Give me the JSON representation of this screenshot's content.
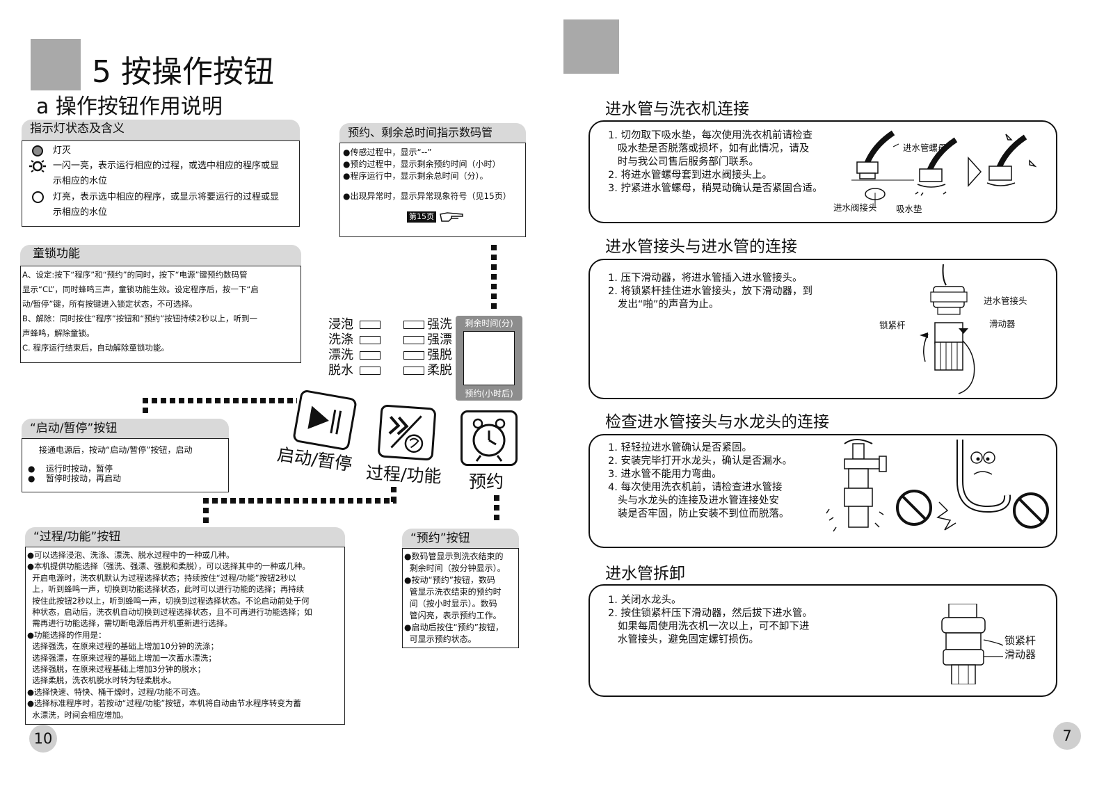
{
  "left_page": {
    "main_title": "5 按操作按钮",
    "sub_title": "a 操作按钮作用说明",
    "indicator": {
      "heading": "指示灯状态及含义",
      "off": "灯灭",
      "flash_line1": "一闪一亮，表示运行相应的过程，或选中相应的程序或显",
      "flash_line2": "示相应的水位",
      "on_line1": "灯亮，表示选中相应的程序，或显示将要运行的过程或显",
      "on_line2": "示相应的水位"
    },
    "display": {
      "heading": "预约、剩余总时间指示数码管",
      "line1": "●传感过程中，显示“--”",
      "line2": "●预约过程中，显示剩余预约时间（小时）",
      "line3": "●程序运行中，显示剩余总时间（分）。",
      "line4": "●出现异常时，显示异常现象符号（见15页）",
      "page_ref": "第15页"
    },
    "child_lock": {
      "heading": "童锁功能",
      "lines": [
        "A、设定:按下“程序”和“预约”的同时，按下“电源”键预约数码管",
        "显示“CL”，同时蜂鸣三声，童锁功能生效。设定程序后，按一下“启",
        "动/暂停”键，所有按键进入锁定状态，不可选择。",
        "B、解除：同时按住“程序”按钮和“预约”按钮持续2秒以上，听到一",
        "声蜂鸣，解除童锁。",
        "C. 程序运行结束后，自动解除童锁功能。"
      ]
    },
    "panel": {
      "left_labels": [
        "浸泡",
        "洗涤",
        "漂洗",
        "脱水"
      ],
      "right_labels": [
        "强洗",
        "强漂",
        "强脱",
        "柔脱"
      ],
      "display_top": "剩余时间(分)",
      "display_bottom": "预约(小时后)",
      "btn_start": "启动/暂停",
      "btn_process": "过程/功能",
      "btn_reserve": "预约"
    },
    "start_pause": {
      "heading": "“启动/暂停”按钮",
      "line1": "接通电源后，按动“启动/暂停”按钮，启动",
      "line2": "运行时按动，暂停",
      "line3": "暂停时按动，再启动"
    },
    "process": {
      "heading": "“过程/功能”按钮",
      "lines": [
        "●可以选择浸泡、洗涤、漂洗、脱水过程中的一种或几种。",
        "●本机提供功能选择（强洗、强漂、强脱和柔脱），可以选择其中的一种或几种。",
        "  开启电源时，洗衣机默认为过程选择状态；持续按住“过程/功能”按钮2秒以",
        "  上，听到蜂鸣一声，切换到功能选择状态，此时可以进行功能的选择；再持续",
        "  按住此按钮2秒以上，听到蜂鸣一声，切换到过程选择状态。不论启动前处于何",
        "  种状态，启动后，洗衣机自动切换到过程选择状态，且不可再进行功能选择；如",
        "  需再进行功能选择，需切断电源后再开机重新进行选择。",
        "●功能选择的作用是：",
        "  选择强洗，在原来过程的基础上增加10分钟的洗涤；",
        "  选择强漂，在原来过程的基础上增加一次蓄水漂洗；",
        "  选择强脱，在原来过程基础上增加3分钟的脱水；",
        "  选择柔脱，洗衣机脱水时转为轻柔脱水。",
        "●选择快速、特快、桶干燥时，过程/功能不可选。",
        "●选择标准程序时，若按动“过程/功能”按钮，本机将自动由节水程序转变为蓄",
        "  水漂洗，时间会相应增加。"
      ]
    },
    "reserve": {
      "heading": "“预约”按钮",
      "lines": [
        "●数码管显示到洗衣结束的",
        "  剩余时间（按分钟显示）。",
        "●按动“预约”按钮，数码",
        "  管显示洗衣结束的预约时",
        "  间（按小时显示）。数码",
        "  管闪亮，表示预约工作。",
        "●启动后按住“预约”按钮，",
        "  可显示预约状态。"
      ]
    },
    "page_number": "10"
  },
  "right_page": {
    "sec1": {
      "title": "进水管与洗衣机连接",
      "steps": [
        "1. 切勿取下吸水垫，每次使用洗衣机前请检查",
        "   吸水垫是否脱落或损坏，如有此情况，请及",
        "   时与我公司售后服务部门联系。",
        "2. 将进水管螺母套到进水阀接头上。",
        "3. 拧紧进水管螺母，稍晃动确认是否紧固合适。"
      ],
      "label_nut": "进水管螺母",
      "label_valve": "进水阀接头",
      "label_pad": "吸水垫"
    },
    "sec2": {
      "title": "进水管接头与进水管的连接",
      "steps": [
        "1. 压下滑动器，将进水管插入进水管接头。",
        "2. 将锁紧杆挂住进水管接头，放下滑动器，到",
        "   发出“啪”的声音为止。"
      ],
      "label_joint": "进水管接头",
      "label_lock": "锁紧杆",
      "label_slider": "滑动器"
    },
    "sec3": {
      "title": "检查进水管接头与水龙头的连接",
      "steps": [
        "1. 轻轻拉进水管确认是否紧固。",
        "2. 安装完毕打开水龙头，确认是否漏水。",
        "3. 进水管不能用力弯曲。",
        "4. 每次使用洗衣机前，请检查进水管接",
        "   头与水龙头的连接及进水管连接处安",
        "   装是否牢固，防止安装不到位而脱落。"
      ]
    },
    "sec4": {
      "title": "进水管拆卸",
      "steps": [
        "1. 关闭水龙头。",
        "2. 按住锁紧杆压下滑动器，然后拔下进水管。",
        "   如果每周使用洗衣机一次以上，可不卸下进",
        "   水管接头，避免固定螺钉损伤。"
      ],
      "label_lock": "锁紧杆",
      "label_slider": "滑动器"
    },
    "page_number": "7"
  }
}
